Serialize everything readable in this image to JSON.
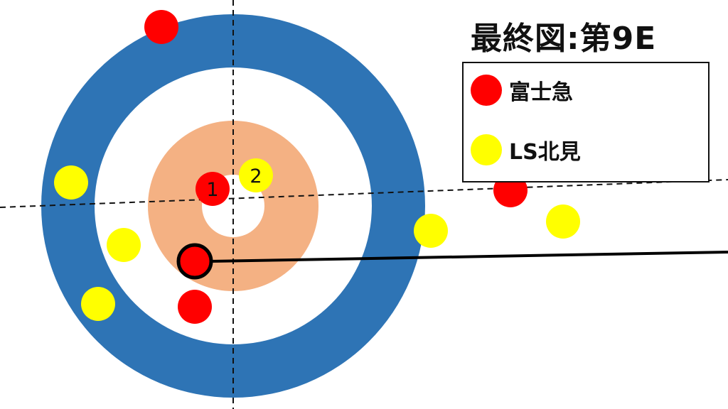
{
  "title": "最終図:第9E",
  "legend": {
    "team_red": {
      "label": "富士急",
      "color": "#ff0000"
    },
    "team_yellow": {
      "label": "LS北見",
      "color": "#ffff00"
    }
  },
  "colors": {
    "house_outer": "#2e74b5",
    "house_middle": "#ffffff",
    "house_inner": "#f4b183",
    "button": "#ffffff",
    "stone_red": "#ff0000",
    "stone_yellow": "#ffff00",
    "delivery_line": "#000000"
  },
  "stones": {
    "numbered_1": {
      "number": "1",
      "team": "red"
    },
    "numbered_2": {
      "number": "2",
      "team": "yellow"
    }
  }
}
